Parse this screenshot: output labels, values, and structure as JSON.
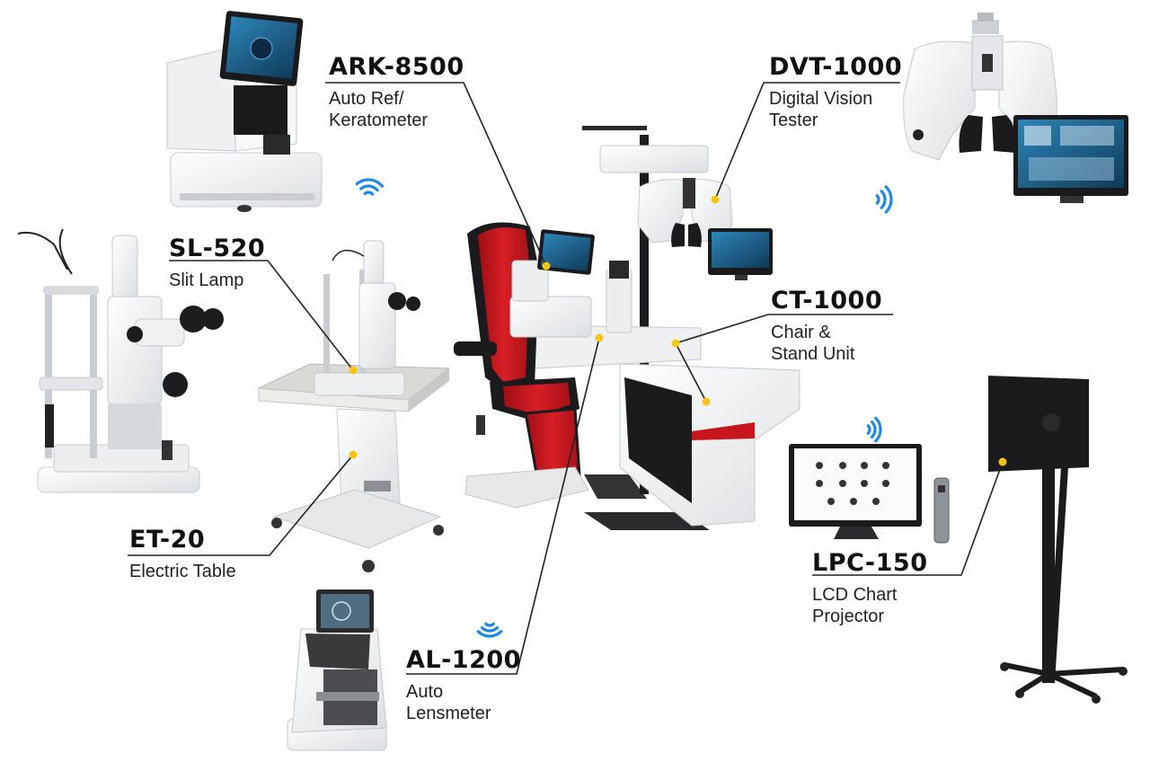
{
  "products": [
    {
      "id": "ark",
      "code": "ARK-8500",
      "desc": [
        "Auto Ref/",
        "Keratometer"
      ]
    },
    {
      "id": "dvt",
      "code": "DVT-1000",
      "desc": [
        "Digital Vision",
        "Tester"
      ]
    },
    {
      "id": "sl",
      "code": "SL-520",
      "desc": [
        "Slit Lamp"
      ]
    },
    {
      "id": "ct",
      "code": "CT-1000",
      "desc": [
        "Chair &",
        "Stand Unit"
      ]
    },
    {
      "id": "et",
      "code": "ET-20",
      "desc": [
        "Electric Table"
      ]
    },
    {
      "id": "lpc",
      "code": "LPC-150",
      "desc": [
        "LCD Chart",
        "Projector"
      ]
    },
    {
      "id": "al",
      "code": "AL-1200",
      "desc": [
        "Auto",
        "Lensmeter"
      ]
    }
  ],
  "colors": {
    "marker": "#f5c518",
    "wireless": "#1e88e5",
    "chair_accent": "#c8161d",
    "device_white": "#f3f4f5",
    "device_dark": "#1b1b1d",
    "screen_blue": "#1f6e9a"
  },
  "icons": [
    "wifi-signal-icon"
  ]
}
